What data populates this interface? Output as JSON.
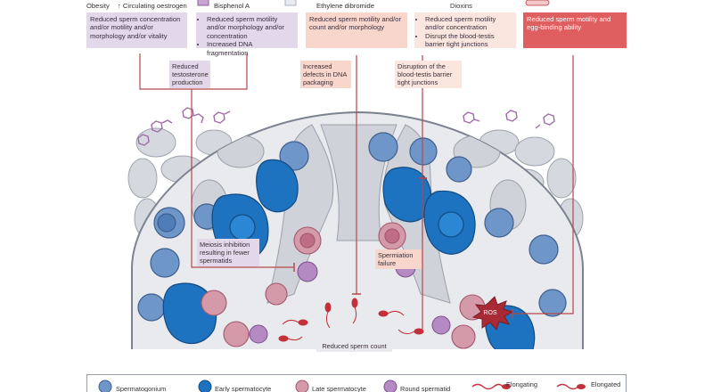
{
  "top_labels": {
    "obesity": "Obesity",
    "oestrogen": "↑ Circulating oestrogen",
    "bisphenol": "Bisphenol A",
    "ethylene": "Ethylene dibromide",
    "dioxins": "Dioxins"
  },
  "effect_boxes": {
    "obesity": "Reduced sperm concentration and/or motility and/or morphology and/or vitality",
    "bisphenol": [
      "Reduced sperm motility and/or morphology and/or concentration",
      "Increased DNA fragmentation"
    ],
    "ethylene": "Reduced sperm motility and/or count and/or morphology",
    "dioxins": [
      "Reduced sperm motility and/or concentration",
      "Disrupt the blood-testis barrier tight junctions"
    ],
    "ros_source": "Reduced sperm motility and egg-binding ability"
  },
  "mechanism_labels": {
    "testosterone": "Reduced testosterone production",
    "dna_packaging": "Increased defects in DNA packaging",
    "btb": "Disruption of the blood-testis barrier tight junctions",
    "meiosis": "Meiosis inhibition resulting in fewer spermatids",
    "spermiation": "Spermiation failure",
    "sperm_count": "Reduced sperm count",
    "ros": "ROS"
  },
  "legend": {
    "items": [
      "Spermatogonium",
      "Early spermatocyte",
      "Late spermatocyte",
      "Round spermatid",
      "Elongating",
      "Elongated"
    ]
  },
  "colors": {
    "obesity_box": "#e2d8ea",
    "bisphenol_box": "#e2d8ea",
    "ethylene_box": "#f9d6cc",
    "dioxins_box": "#fbe6df",
    "ros_box": "#df5e60",
    "connector": "#b5474b",
    "sertoli": "#d9dbe0",
    "spermatogonium": "#6f96c9",
    "early_spermatocyte": "#1e73c0",
    "late_spermatocyte": "#d49aaa",
    "round_spermatid": "#b58ac2",
    "sperm": "#c3303a",
    "chemical": "#9e6aa8"
  },
  "icons": [
    "chemical-molecule-icon",
    "bottle-icon",
    "pill-icon",
    "warning-starburst-icon"
  ]
}
